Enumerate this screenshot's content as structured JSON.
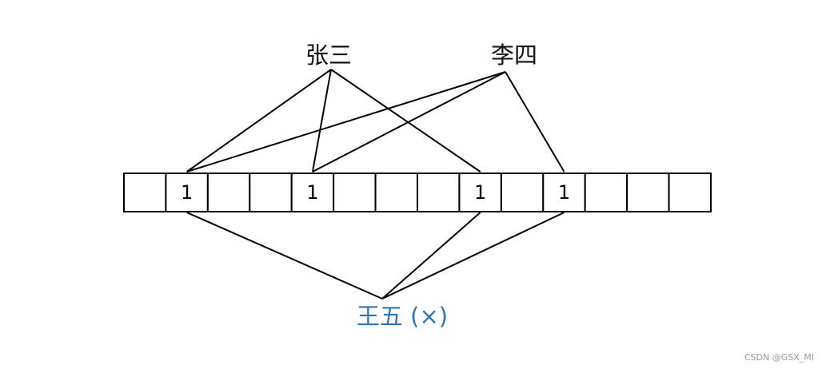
{
  "diagram": {
    "elements": [
      {
        "label": "张三",
        "hash_positions": [
          1,
          4,
          8
        ]
      },
      {
        "label": "李四",
        "hash_positions": [
          1,
          4,
          10
        ]
      }
    ],
    "bit_array": [
      "",
      "1",
      "",
      "",
      "1",
      "",
      "",
      "",
      "1",
      "",
      "1",
      "",
      "",
      ""
    ],
    "query": {
      "label": "王五 (×)",
      "hash_positions": [
        1,
        8,
        10
      ],
      "color": "#2e75b6"
    },
    "line_color": "#000000"
  },
  "watermark": "CSDN @GSX_MI"
}
